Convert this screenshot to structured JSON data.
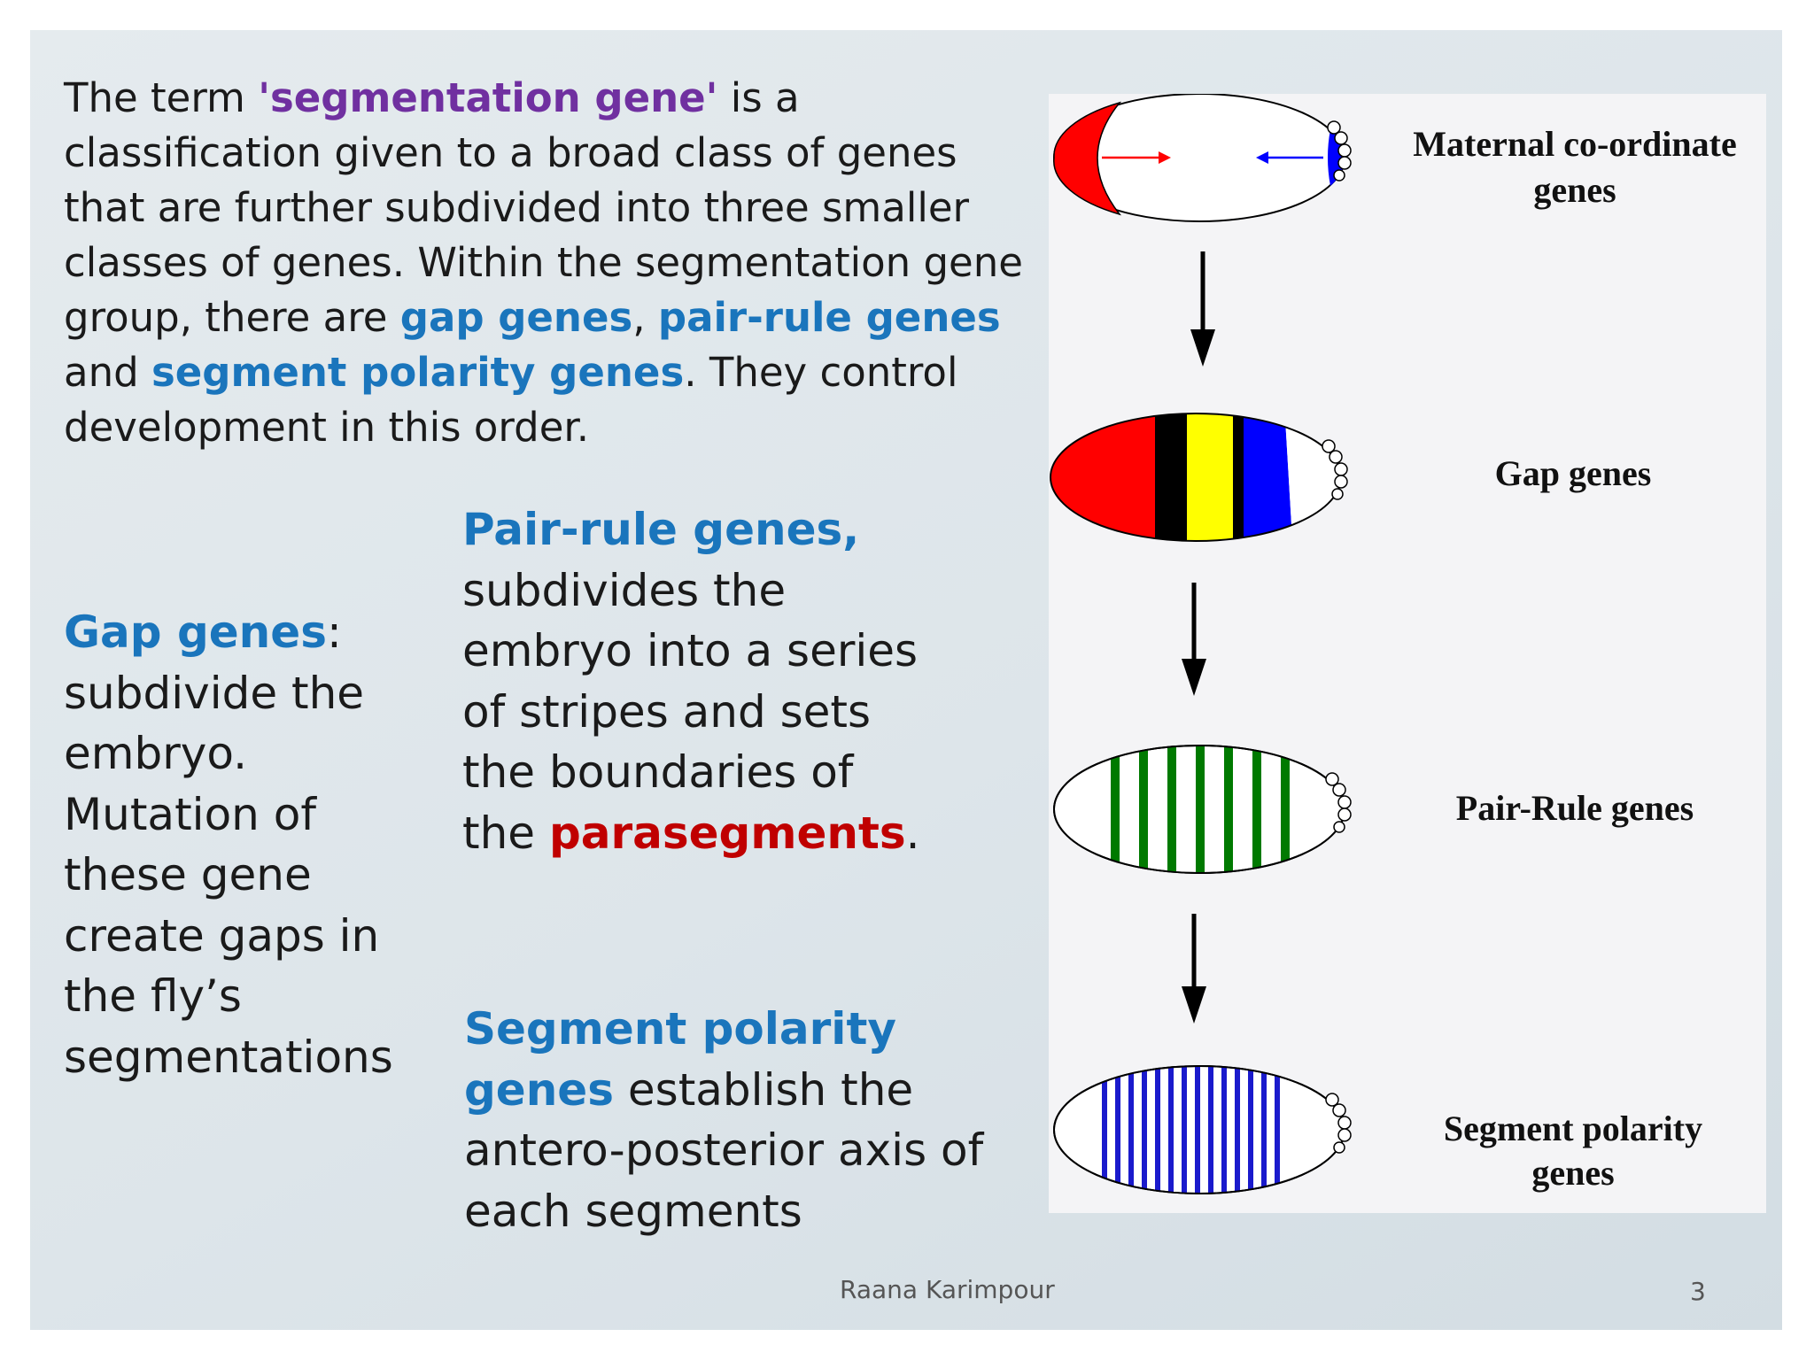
{
  "intro": {
    "p1": "The term ",
    "term": "'segmentation gene'",
    "p2": " is a classification given to a broad class of genes that are further subdivided into three smaller classes of genes. Within the segmentation gene group, there are ",
    "gap": "gap genes",
    "comma": ", ",
    "pair": "pair-rule genes",
    "and": " and ",
    "segment": "segment polarity genes",
    "p3": ". They control development in this order."
  },
  "gap_block": {
    "title": "Gap genes",
    "colon": ":",
    "text": "subdivide the embryo. Mutation of these gene create gaps in the fly’s segmentations"
  },
  "pair_block": {
    "title": "Pair-rule genes,",
    "text": "subdivides the embryo into a series of stripes and sets the boundaries of the ",
    "highlight": "parasegments",
    "end": "."
  },
  "sp_block": {
    "title": "Segment polarity genes",
    "text": " establish the antero-posterior axis of each segments"
  },
  "figure": {
    "label_maternal_1": "Maternal co-ordinate",
    "label_maternal_2": "genes",
    "label_gap": "Gap genes",
    "label_pair": "Pair-Rule genes",
    "label_sp_1": "Segment polarity",
    "label_sp_2": "genes",
    "colors": {
      "red": "#ff0000",
      "blue": "#0000ff",
      "yellow": "#ffff00",
      "black": "#000000",
      "green": "#007a00",
      "stripe_blue": "#1a1acc"
    }
  },
  "footer": {
    "author": "Raana Karimpour",
    "page": "3"
  }
}
